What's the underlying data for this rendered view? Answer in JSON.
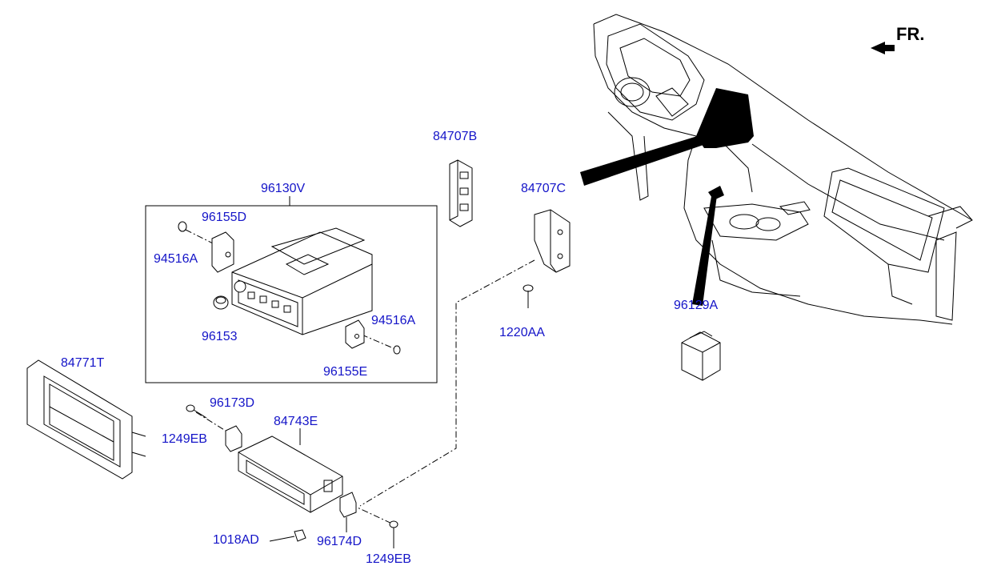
{
  "orientation_label": "FR.",
  "labels": {
    "p84707B": "84707B",
    "p84707C": "84707C",
    "p96130V": "96130V",
    "p96155D": "96155D",
    "p94516A_left": "94516A",
    "p96153": "96153",
    "p94516A_right": "94516A",
    "p96155E": "96155E",
    "p1220AA": "1220AA",
    "p96129A": "96129A",
    "p84771T": "84771T",
    "p96173D": "96173D",
    "p84743E": "84743E",
    "p1249EB_left": "1249EB",
    "p1018AD": "1018AD",
    "p96174D": "96174D",
    "p1249EB_bottom": "1249EB"
  },
  "colors": {
    "label_text": "#1414c8",
    "line_art": "#000000",
    "background": "#ffffff"
  }
}
